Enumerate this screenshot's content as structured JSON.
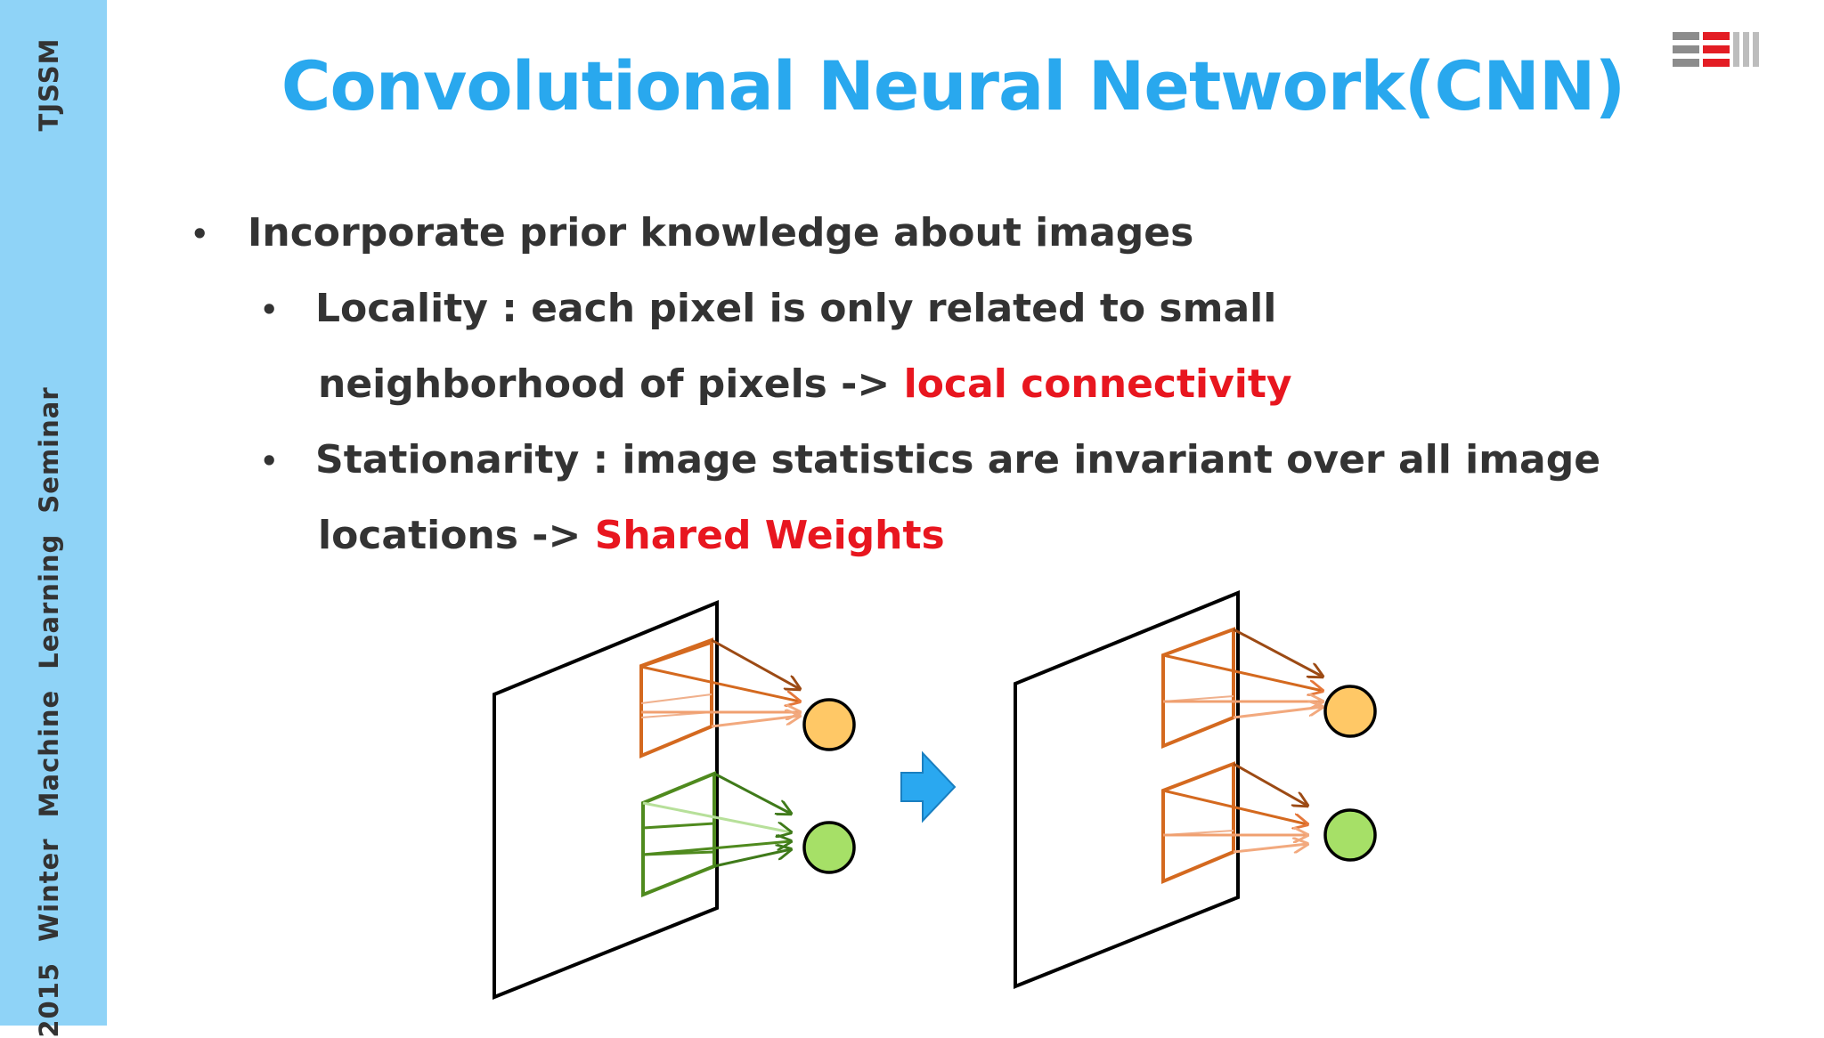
{
  "sidebar": {
    "top_label": "TJSSM",
    "bottom_label": "2015 Winter  Machine Learning Seminar"
  },
  "logo": {
    "name": "seminar-logo",
    "colors": [
      "#8c8c8c",
      "#e31d24",
      "#bdbdbd"
    ]
  },
  "slide": {
    "title": "Convolutional Neural Network(CNN)",
    "bullets": {
      "main": "Incorporate prior knowledge about images",
      "locality_line1": "Locality : each pixel is only related to small",
      "locality_line2_prefix": "neighborhood of pixels -> ",
      "locality_highlight": "local connectivity",
      "stationarity_line1": "Stationarity : image statistics are invariant over all image",
      "stationarity_line2_prefix": "locations -> ",
      "stationarity_highlight": "Shared Weights"
    }
  },
  "diagram": {
    "left_panel": {
      "top_filter_color": "#d4691f",
      "bottom_filter_color": "#4f8a1e"
    },
    "right_panel": {
      "filter_color": "#d4691f"
    },
    "arrow_icon": "right-arrow-icon",
    "neuron_colors": {
      "top": "#ffc866",
      "bottom": "#a6e067"
    },
    "accent_color": "#2aa8f0"
  },
  "colors": {
    "sidebar": "#8fd3f7",
    "title": "#29a8ee",
    "text": "#333333",
    "highlight": "#e8161f"
  }
}
